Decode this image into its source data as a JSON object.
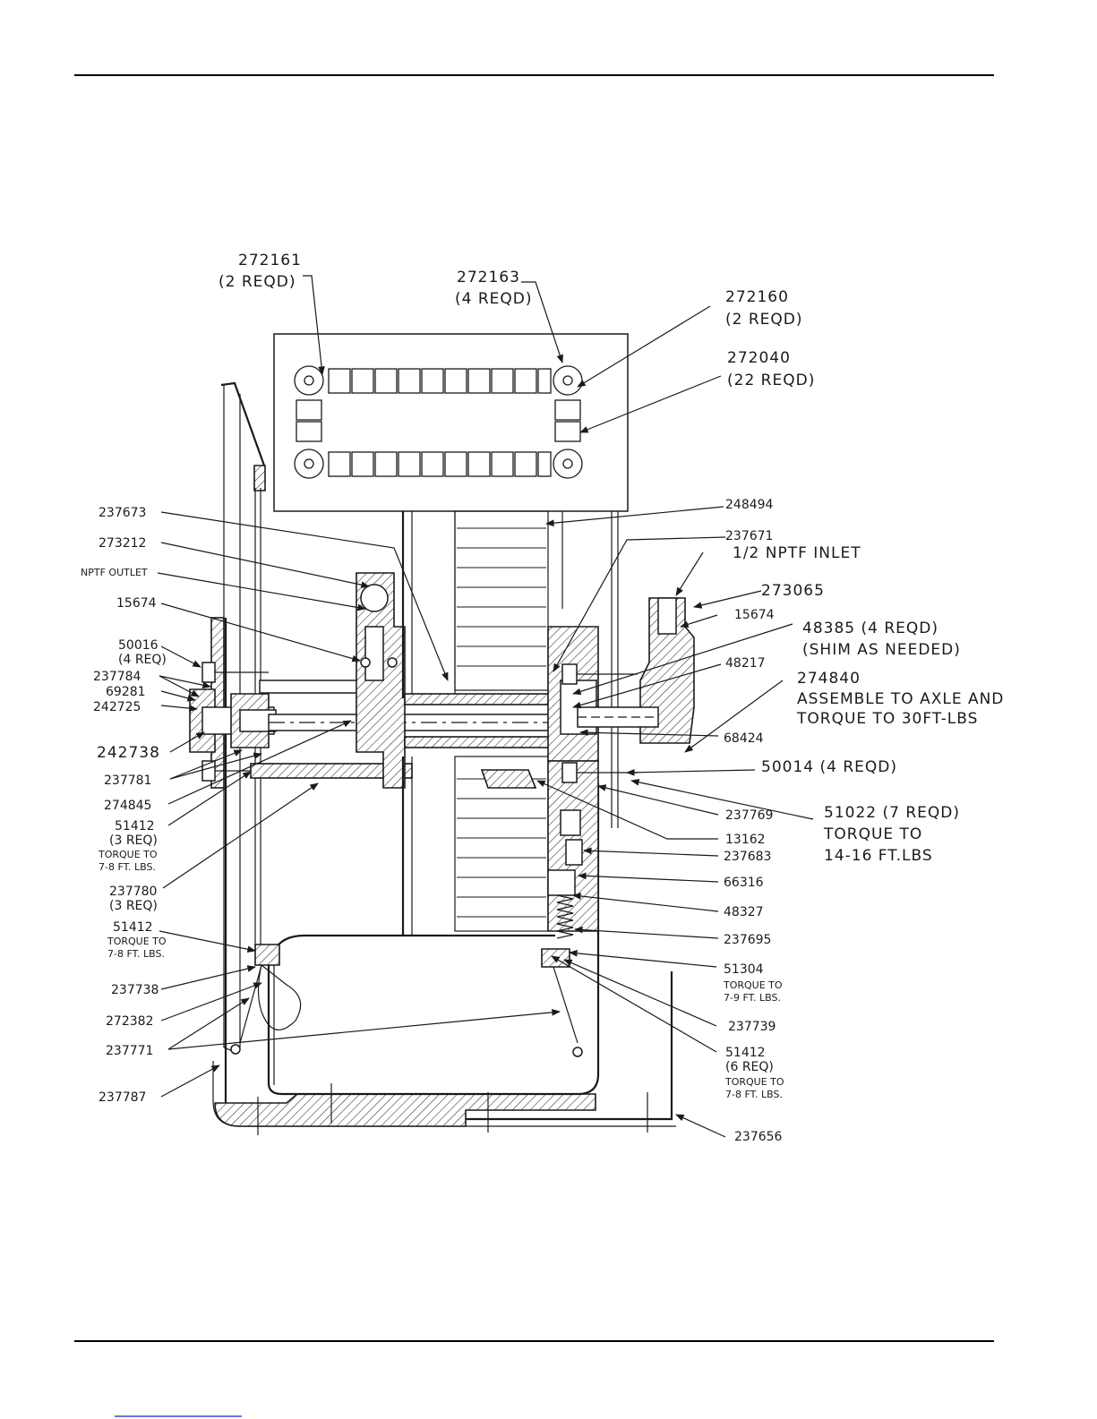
{
  "colors": {
    "ink": "#1a1a1a",
    "paper": "#ffffff",
    "footer_link": "#2b4dd6"
  },
  "labels": {
    "l272161": "272161",
    "l272161q": "(2 REQD)",
    "l272163": "272163",
    "l272163q": "(4 REQD)",
    "l272160": "272160",
    "l272160q": "(2 REQD)",
    "l272040": "272040",
    "l272040q": "(22 REQD)",
    "l248494": "248494",
    "l237673": "237673",
    "l237671": "237671",
    "l273212": "273212",
    "inlet": "1/2 NPTF INLET",
    "outlet": "NPTF OUTLET",
    "l273065": "273065",
    "l15674a": "15674",
    "l15674b": "15674",
    "l48385": "48385 (4 REQD)",
    "shim": "(SHIM AS NEEDED)",
    "l50016": "50016",
    "l50016q": "(4 REQ)",
    "l48217": "48217",
    "l237784": "237784",
    "l274840": "274840",
    "assemble1": "ASSEMBLE TO AXLE AND",
    "assemble2": "TORQUE TO 30FT-LBS",
    "l69281": "69281",
    "l242725": "242725",
    "l68424": "68424",
    "l242738": "242738",
    "l50014": "50014 (4 REQD)",
    "l237781": "237781",
    "l274845": "274845",
    "l237769": "237769",
    "l51022": "51022 (7 REQD)",
    "l51022t1": "TORQUE TO",
    "l51022t2": "14-16 FT.LBS",
    "l51412a": "51412",
    "l51412aq": "(3 REQ)",
    "l51412at1": "TORQUE TO",
    "l51412at2": "7-8 FT. LBS.",
    "l13162": "13162",
    "l237683": "237683",
    "l237780": "237780",
    "l237780q": "(3 REQ)",
    "l66316": "66316",
    "l48327": "48327",
    "l51412b": "51412",
    "l51412bt1": "TORQUE TO",
    "l51412bt2": "7-8 FT. LBS.",
    "l237695": "237695",
    "l51304": "51304",
    "l51304t1": "TORQUE TO",
    "l51304t2": "7-9 FT. LBS.",
    "l237738": "237738",
    "l237739": "237739",
    "l272382": "272382",
    "l237771": "237771",
    "l51412c": "51412",
    "l51412cq": "(6 REQ)",
    "l51412ct1": "TORQUE TO",
    "l51412ct2": "7-8 FT. LBS.",
    "l237787": "237787",
    "l237656": "237656"
  }
}
